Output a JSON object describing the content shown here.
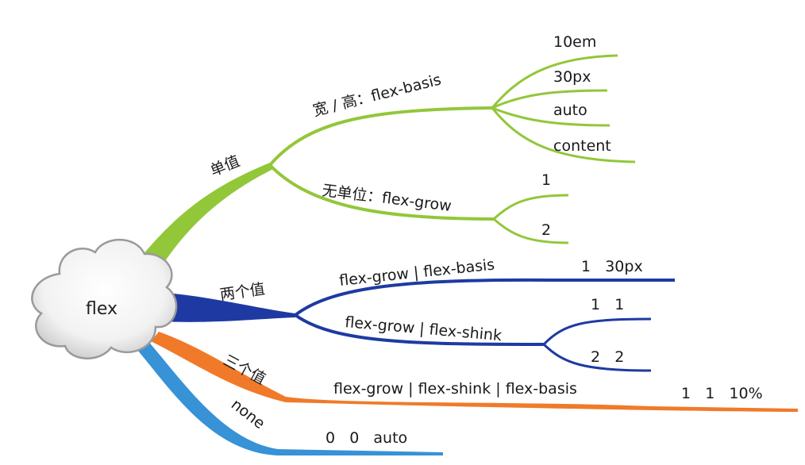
{
  "root": {
    "label": "flex"
  },
  "colors": {
    "single": "#92c73a",
    "double": "#1e3aa2",
    "triple": "#f07a2a",
    "none": "#3792d6"
  },
  "branches": {
    "single": {
      "label": "单值",
      "width_height": {
        "label": "宽 / 高：flex-basis",
        "leaves": [
          "10em",
          "30px",
          "auto",
          "content"
        ]
      },
      "unitless": {
        "label": "无单位：flex-grow",
        "leaves": [
          "1",
          "2"
        ]
      }
    },
    "double": {
      "label": "两个值",
      "grow_basis": {
        "label": "flex-grow | flex-basis",
        "leaf": "1   30px"
      },
      "grow_shrink": {
        "label": "flex-grow | flex-shink",
        "leaves": [
          "1   1",
          "2   2"
        ]
      }
    },
    "triple": {
      "label": "三个值",
      "sub_label": "flex-grow | flex-shink | flex-basis",
      "leaf": "1   1   10%"
    },
    "none": {
      "label": "none",
      "leaf": "0   0   auto"
    }
  }
}
